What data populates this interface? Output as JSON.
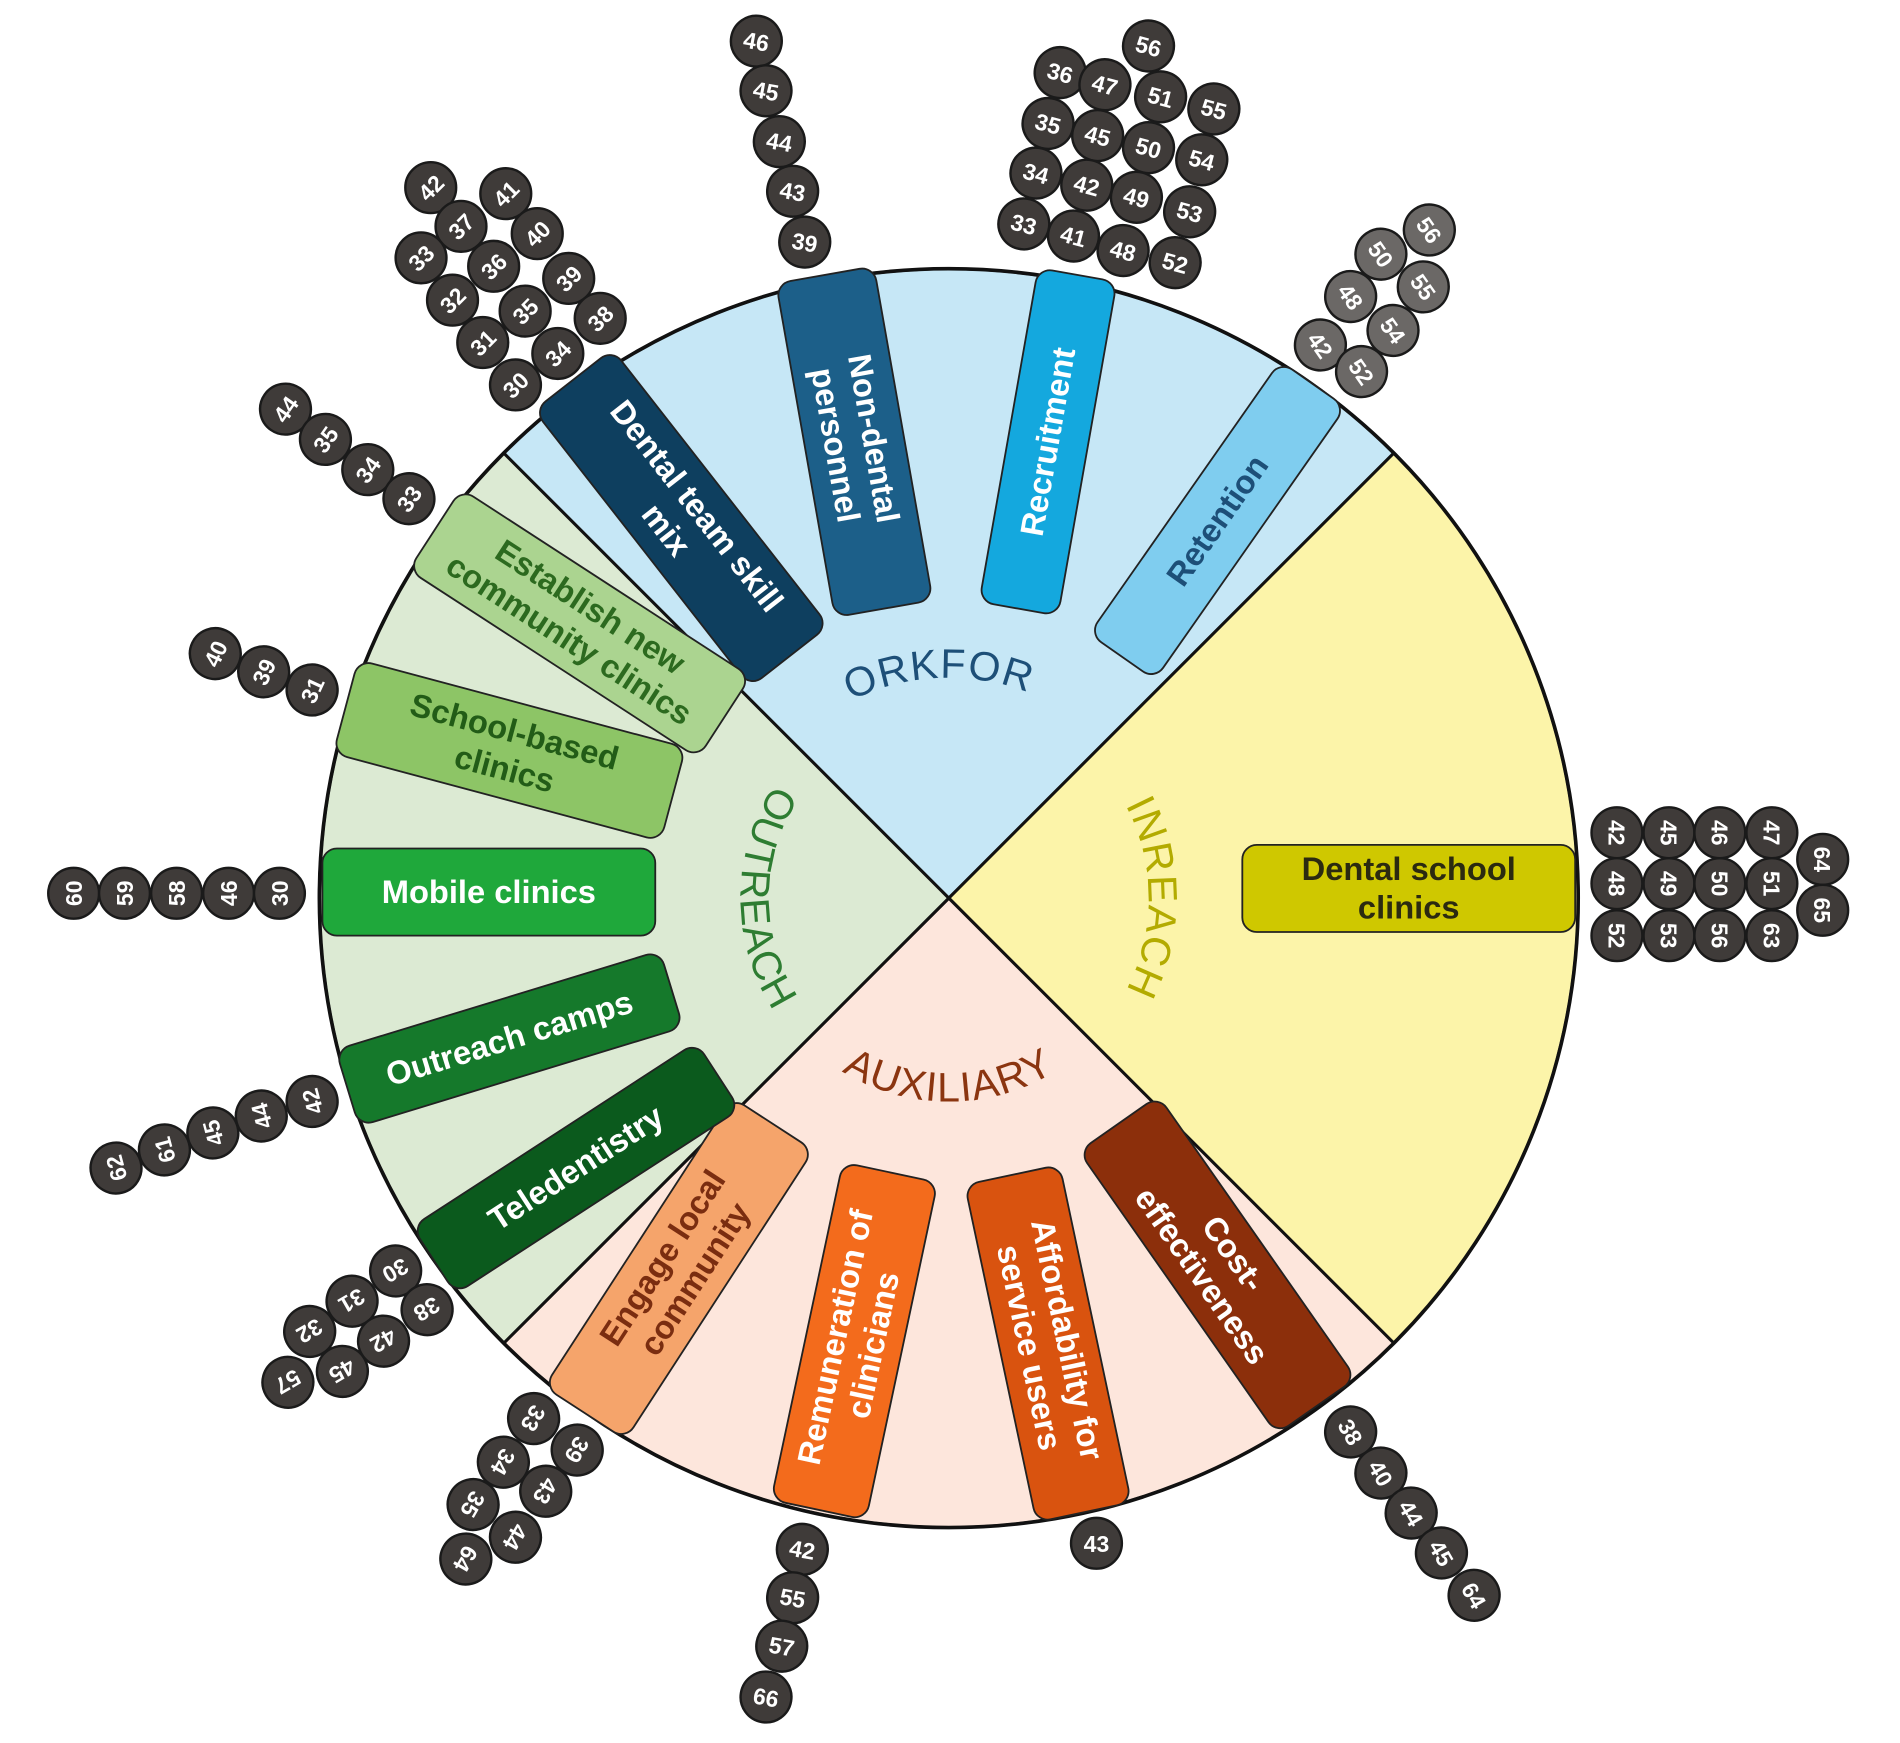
{
  "sections": [
    {
      "name": "WORKFORCE",
      "color": "#c6e7f6",
      "label_color": "#1d4f78",
      "strategies": [
        {
          "lines": [
            "Dental team skill",
            "mix"
          ],
          "fill": "#0e3f5f",
          "text_color": "#ffffff",
          "citations": [
            42,
            41,
            37,
            40,
            33,
            36,
            39,
            32,
            35,
            38,
            31,
            34,
            30
          ]
        },
        {
          "lines": [
            "Non-dental",
            "personnel"
          ],
          "fill": "#1c5f89",
          "text_color": "#ffffff",
          "citations": [
            46,
            45,
            44,
            43,
            39
          ]
        },
        {
          "lines": [
            "Recruitment"
          ],
          "fill": "#14a8de",
          "text_color": "#ffffff",
          "citations": [
            56,
            36,
            47,
            51,
            55,
            35,
            45,
            50,
            54,
            34,
            42,
            49,
            53,
            33,
            41,
            48,
            52
          ]
        },
        {
          "lines": [
            "Retention"
          ],
          "fill": "#7fcdef",
          "text_color": "#1d4f78",
          "citations": [
            56,
            50,
            55,
            48,
            54,
            42,
            52
          ],
          "citation_color": "#6b6866"
        }
      ]
    },
    {
      "name": "INREACH",
      "color": "#fcf4a9",
      "label_color": "#b3ab00",
      "strategies": [
        {
          "lines": [
            "Dental school",
            "clinics"
          ],
          "fill": "#cfc800",
          "text_color": "#2b2a10",
          "citations": [
            42,
            45,
            46,
            47,
            48,
            49,
            50,
            51,
            52,
            53,
            56,
            63,
            64,
            65
          ]
        }
      ]
    },
    {
      "name": "AUXILIARY",
      "color": "#fde6dc",
      "label_color": "#8b3510",
      "strategies": [
        {
          "lines": [
            "Engage local",
            "community"
          ],
          "fill": "#f5a46b",
          "text_color": "#7a2d10",
          "citations": [
            33,
            39,
            34,
            43,
            35,
            44,
            64
          ]
        },
        {
          "lines": [
            "Remuneration of",
            "clinicians"
          ],
          "fill": "#f36b1c",
          "text_color": "#ffffff",
          "citations": [
            42,
            55,
            57,
            66
          ]
        },
        {
          "lines": [
            "Affordability for",
            "service users"
          ],
          "fill": "#d9530f",
          "text_color": "#ffffff",
          "citations": [
            43
          ]
        },
        {
          "lines": [
            "Cost-",
            "effectiveness"
          ],
          "fill": "#8c2f0b",
          "text_color": "#ffffff",
          "citations": [
            38,
            40,
            44,
            45,
            64
          ]
        }
      ]
    },
    {
      "name": "OUTREACH",
      "color": "#dceAd3",
      "label_color": "#2e7d32",
      "strategies": [
        {
          "lines": [
            "Establish new",
            "community clinics"
          ],
          "fill": "#abd490",
          "text_color": "#2c6a1f",
          "citations": [
            44,
            35,
            34,
            33
          ]
        },
        {
          "lines": [
            "School-based",
            "clinics"
          ],
          "fill": "#8dc566",
          "text_color": "#225c17",
          "citations": [
            40,
            39,
            31
          ]
        },
        {
          "lines": [
            "Mobile clinics"
          ],
          "fill": "#1fa83b",
          "text_color": "#ffffff",
          "citations": [
            60,
            59,
            58,
            46,
            30
          ]
        },
        {
          "lines": [
            "Outreach camps"
          ],
          "fill": "#15792b",
          "text_color": "#ffffff",
          "citations": [
            62,
            61,
            45,
            44,
            42
          ]
        },
        {
          "lines": [
            "Teledentistry"
          ],
          "fill": "#0b5a1d",
          "text_color": "#ffffff",
          "citations": [
            30,
            38,
            31,
            42,
            32,
            45,
            57
          ]
        }
      ]
    }
  ],
  "citation_color": "#3f3b39"
}
